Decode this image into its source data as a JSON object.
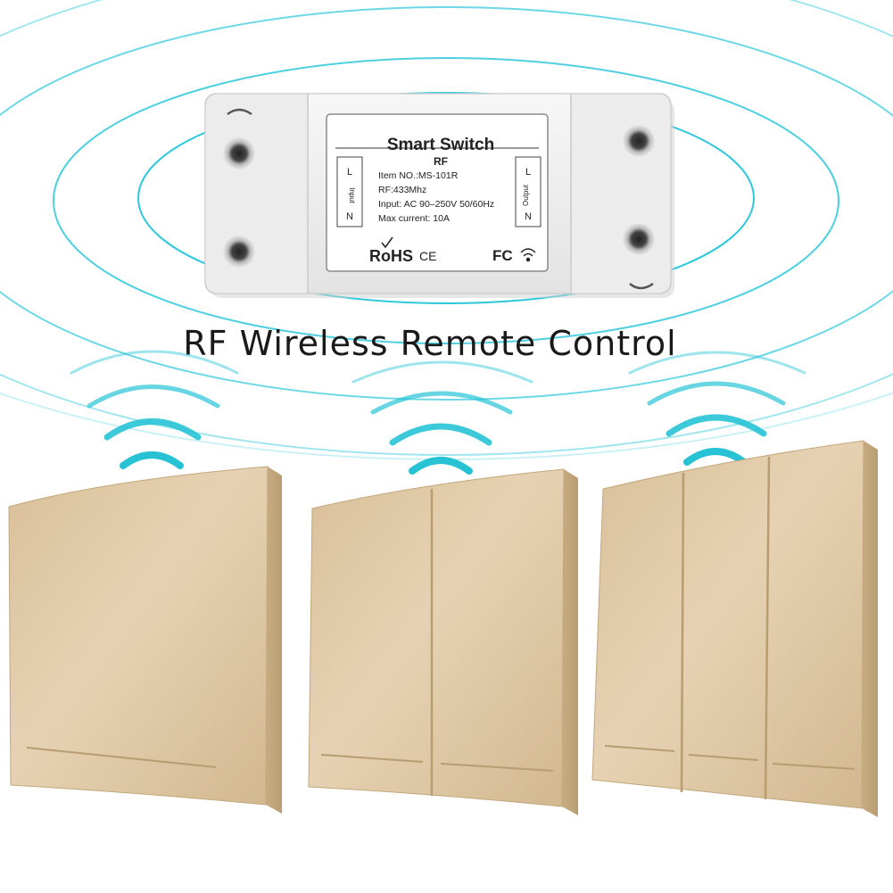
{
  "headline": "RF Wireless Remote Control",
  "module": {
    "title": "Smart Switch",
    "subtitle": "RF",
    "specs": [
      "Item NO.:MS-101R",
      "RF:433Mhz",
      "Input: AC 90–250V 50/60Hz",
      "Max current: 10A"
    ],
    "input_side": {
      "top": "L",
      "caption": "Input",
      "bottom": "N"
    },
    "output_side": {
      "top": "L",
      "caption": "Output",
      "bottom": "N"
    },
    "cert_left": "RoHS",
    "cert_ce": "CE",
    "cert_fc": "FC"
  },
  "remotes": [
    {
      "gangs": 1
    },
    {
      "gangs": 2
    },
    {
      "gangs": 3
    }
  ],
  "colors": {
    "wave": "#29c4d6",
    "panel": "#dcc4a0",
    "panel_edge": "#c7ad83",
    "module_body": "#f1f1f1"
  }
}
